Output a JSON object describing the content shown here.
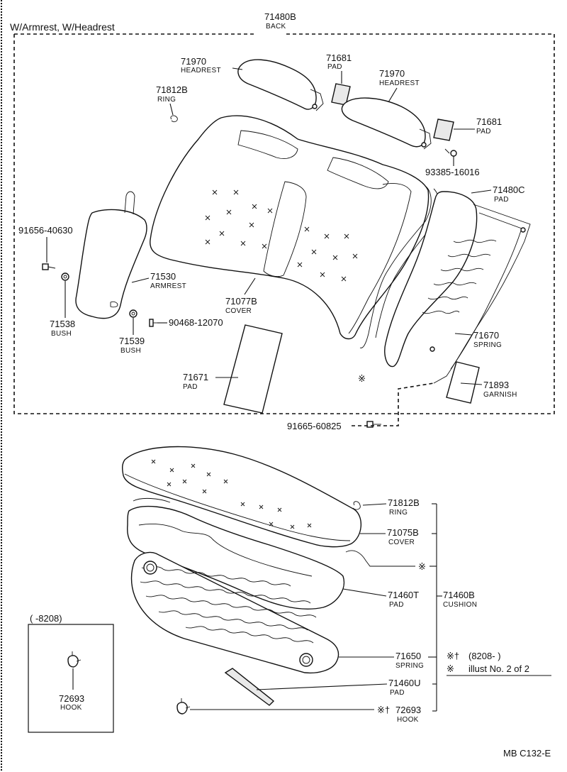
{
  "header": {
    "variant": "W/Armrest, W/Headrest",
    "back_number": "71480B",
    "back_name": "BACK"
  },
  "parts": {
    "headrest_left": {
      "number": "71970",
      "name": "HEADREST"
    },
    "pad_top": {
      "number": "71681",
      "name": "PAD"
    },
    "headrest_right": {
      "number": "71970",
      "name": "HEADREST"
    },
    "ring_back": {
      "number": "71812B",
      "name": "RING"
    },
    "pad_right_head": {
      "number": "71681",
      "name": "PAD"
    },
    "screw_93385": {
      "number": "93385-16016"
    },
    "pad_side": {
      "number": "71480C",
      "name": "PAD"
    },
    "bolt_91656": {
      "number": "91656-40630"
    },
    "armrest": {
      "number": "71530",
      "name": "ARMREST"
    },
    "cover_back": {
      "number": "71077B",
      "name": "COVER"
    },
    "bush_71538": {
      "number": "71538",
      "name": "BUSH"
    },
    "bush_71539": {
      "number": "71539",
      "name": "BUSH"
    },
    "pin_90468": {
      "number": "90468-12070"
    },
    "spring_back": {
      "number": "71670",
      "name": "SPRING"
    },
    "pad_71671": {
      "number": "71671",
      "name": "PAD"
    },
    "garnish": {
      "number": "71893",
      "name": "GARNISH"
    },
    "bolt_91665": {
      "number": "91665-60825"
    },
    "ring_cushion": {
      "number": "71812B",
      "name": "RING"
    },
    "cover_cushion": {
      "number": "71075B",
      "name": "COVER"
    },
    "pad_71460t": {
      "number": "71460T",
      "name": "PAD"
    },
    "cushion": {
      "number": "71460B",
      "name": "CUSHION"
    },
    "spring_cushion": {
      "number": "71650",
      "name": "SPRING"
    },
    "pad_71460u": {
      "number": "71460U",
      "name": "PAD"
    },
    "hook_main": {
      "number": "72693",
      "name": "HOOK"
    },
    "hook_inset": {
      "number": "72693",
      "name": "HOOK"
    }
  },
  "marks": {
    "asterisk": "※",
    "dagger": "†",
    "asterisk_dagger": "※†"
  },
  "inset": {
    "range": "(       -8208)"
  },
  "notes": {
    "note1": "(8208-        )",
    "note2": "illust No. 2 of 2"
  },
  "footer": {
    "code": "MB  C132-E"
  }
}
